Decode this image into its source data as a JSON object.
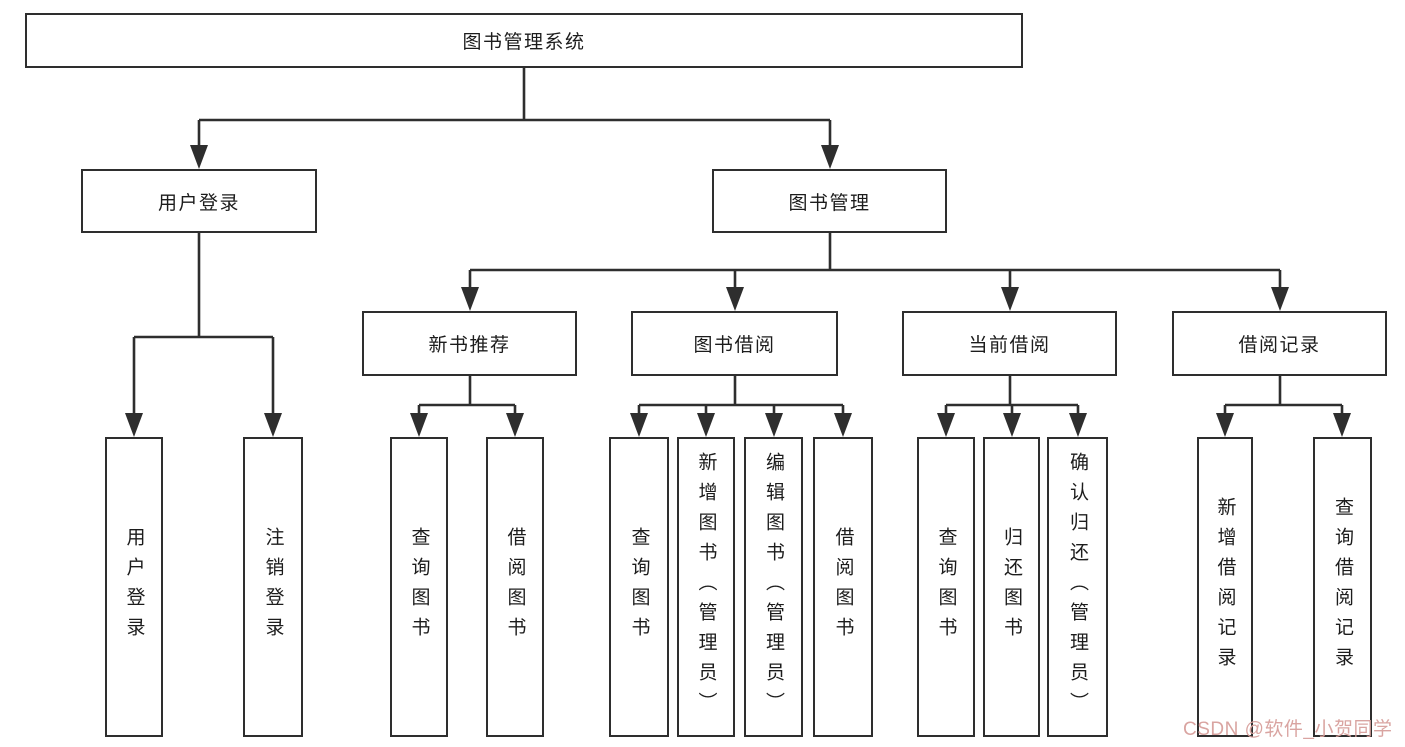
{
  "diagram": {
    "root": {
      "label": "图书管理系统"
    },
    "branches": [
      {
        "label": "用户登录",
        "children": [
          {
            "label": "用户登录"
          },
          {
            "label": "注销登录"
          }
        ]
      },
      {
        "label": "图书管理",
        "children": [
          {
            "label": "新书推荐",
            "children": [
              {
                "label": "查询图书"
              },
              {
                "label": "借阅图书"
              }
            ]
          },
          {
            "label": "图书借阅",
            "children": [
              {
                "label": "查询图书"
              },
              {
                "label": "新增图书（管理员）"
              },
              {
                "label": "编辑图书（管理员）"
              },
              {
                "label": "借阅图书"
              }
            ]
          },
          {
            "label": "当前借阅",
            "children": [
              {
                "label": "查询图书"
              },
              {
                "label": "归还图书"
              },
              {
                "label": "确认归还（管理员）"
              }
            ]
          },
          {
            "label": "借阅记录",
            "children": [
              {
                "label": "新增借阅记录"
              },
              {
                "label": "查询借阅记录"
              }
            ]
          }
        ]
      }
    ]
  },
  "watermark": {
    "text": "CSDN @软件_小贺同学"
  },
  "colors": {
    "line": "#2e2e2e",
    "box_border": "#2e2e2e",
    "text": "#1c1c1c",
    "background": "#ffffff",
    "watermark": "#d8a09c"
  }
}
